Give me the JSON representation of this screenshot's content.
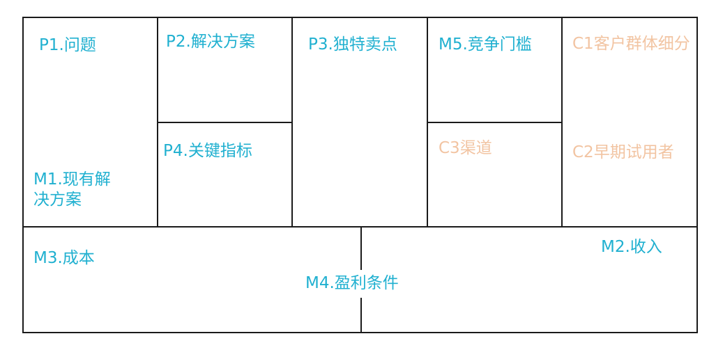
{
  "colors": {
    "primary": "#20B0D0",
    "secondary": "#F2C4A2",
    "line": "#1a1a1a"
  },
  "blocks": {
    "p1": "P1.问题",
    "p2": "P2.解决方案",
    "p3": "P3.独特卖点",
    "p4": "P4.关键指标",
    "p5": "M5.竞争门槛",
    "m1": "M1.现有解决方案",
    "m2": "M2.收入",
    "m3": "M3.成本",
    "m4": "M4.盈利条件",
    "c1": "C1客户群体细分",
    "c2": "C2早期试用者",
    "c3": "C3渠道"
  }
}
